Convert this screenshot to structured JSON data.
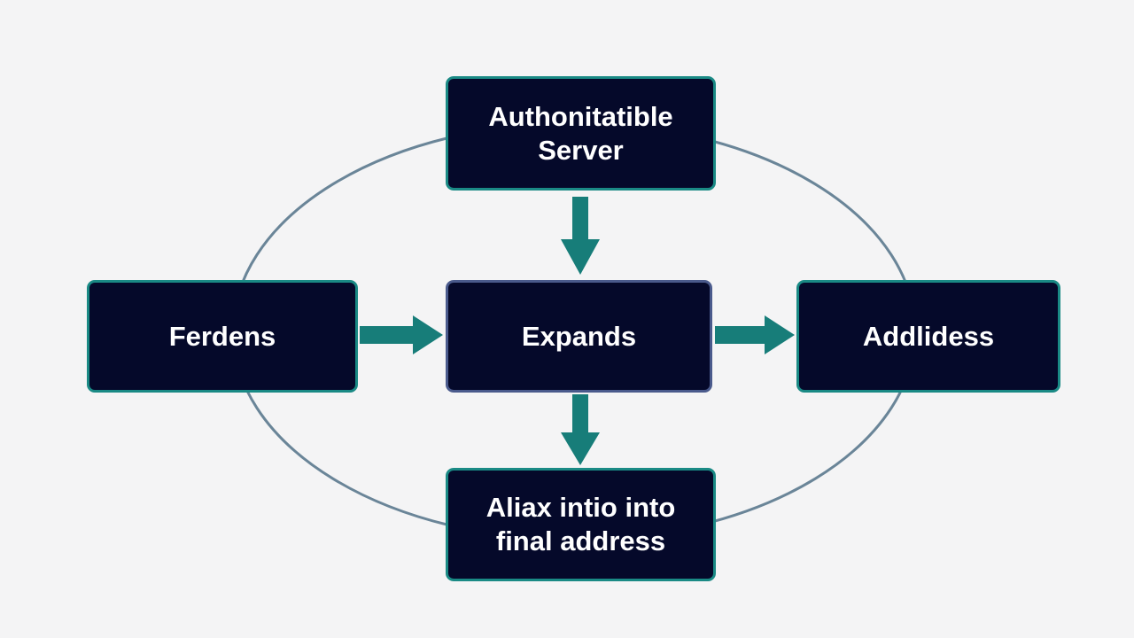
{
  "colors": {
    "background": "#f4f4f5",
    "node_fill": "#05092a",
    "node_border": "#1a8a85",
    "center_border": "#4a5a8c",
    "arrow": "#177d79",
    "ellipse": "#6a8598",
    "text": "#ffffff"
  },
  "nodes": {
    "top": {
      "label": "Authonitatible\nServer"
    },
    "left": {
      "label": "Ferdens"
    },
    "center": {
      "label": "Expands"
    },
    "right": {
      "label": "Addlidess"
    },
    "bottom": {
      "label": "Aliax intio into\nfinal address"
    }
  },
  "edges": [
    {
      "from": "top",
      "to": "center"
    },
    {
      "from": "left",
      "to": "center"
    },
    {
      "from": "center",
      "to": "right"
    },
    {
      "from": "center",
      "to": "bottom"
    }
  ]
}
